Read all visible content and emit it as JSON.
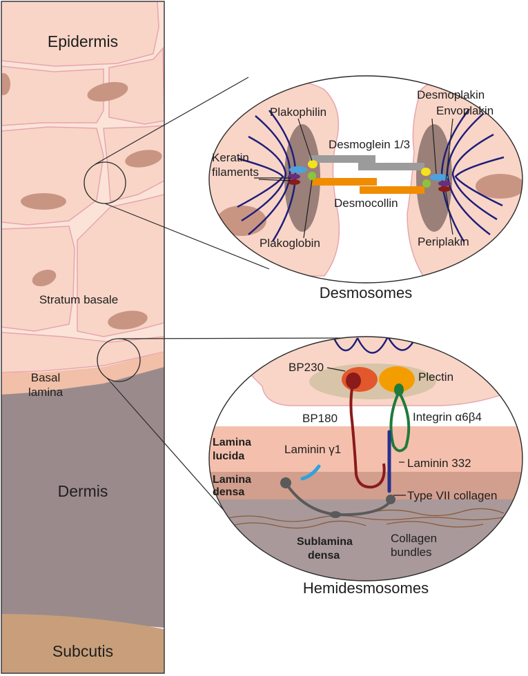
{
  "colors": {
    "epidermis": "#f7d4c6",
    "cell_fill": "#f9d9cb",
    "cell_border": "#e8a8b0",
    "nucleus": "#c99583",
    "basal_lamina": "#f2bfa8",
    "dermis": "#9b8a8c",
    "subcutis": "#c89f7a",
    "keratin": "#1e1e7a",
    "plaque": "#9a8079",
    "desmoglein": "#9b9b9b",
    "desmocollin": "#f08c00",
    "plakophilin": "#f4e21c",
    "plakoglobin": "#8ac43f",
    "desmoplakin": "#4aa3df",
    "purple": "#6a2e7d",
    "darkred": "#8b1a1a",
    "bp230": "#e2582c",
    "plectin": "#f49d00",
    "integrin": "#1f7a3b",
    "laminin332": "#27308f",
    "laminin_g1": "#2ea3dd",
    "collagen7": "#5a5a5a",
    "lamina_lucida": "#f4c0ad",
    "lamina_densa": "#d29e8d",
    "sublamina": "#a9999a",
    "bundles": "#8a5a3a"
  },
  "skin": {
    "epidermis": "Epidermis",
    "stratum_basale": "Stratum basale",
    "basal_lamina": [
      "Basal",
      "lamina"
    ],
    "dermis": "Dermis",
    "subcutis": "Subcutis"
  },
  "desmosome": {
    "title": "Desmosomes",
    "plakophilin": "Plakophilin",
    "keratin": [
      "Keratin",
      "filaments"
    ],
    "plakoglobin": "Plakoglobin",
    "desmoglein": "Desmoglein 1/3",
    "desmocollin": "Desmocollin",
    "desmoplakin": "Desmoplakin",
    "envoplakin": "Envoplakin",
    "periplakin": "Periplakin"
  },
  "hemidesmosome": {
    "title": "Hemidesmosomes",
    "bp230": "BP230",
    "plectin": "Plectin",
    "bp180": "BP180",
    "integrin": "Integrin α6β4",
    "lamina_lucida": [
      "Lamina",
      "lucida"
    ],
    "laminin_g1": "Laminin γ1",
    "laminin332": "Laminin 332",
    "lamina_densa": [
      "Lamina",
      "densa"
    ],
    "collagen7": "Type VII collagen",
    "sublamina": [
      "Sublamina",
      "densa"
    ],
    "bundles": [
      "Collagen",
      "bundles"
    ]
  }
}
